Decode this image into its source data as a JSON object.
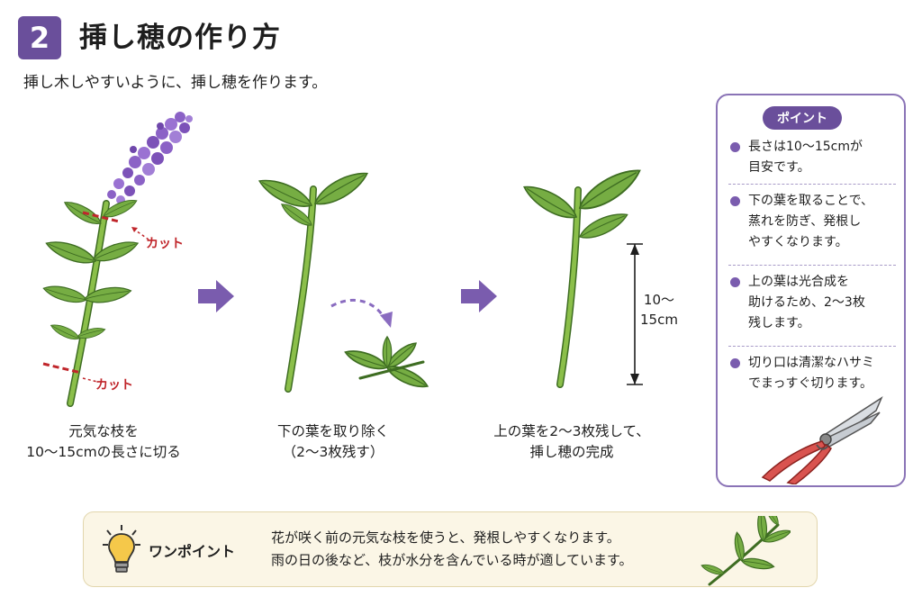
{
  "header": {
    "step_number": "2",
    "title": "挿し穂の作り方"
  },
  "subtitle": "挿し木しやすいように、挿し穂を作ります。",
  "steps": [
    {
      "lines": [
        "元気な枝を",
        "10〜15cmの長さに切る"
      ]
    },
    {
      "lines": [
        "下の葉を取り除く",
        "（2〜3枚残す）"
      ]
    },
    {
      "lines": [
        "上の葉を2〜3枚残して、",
        "挿し穂の完成"
      ]
    }
  ],
  "cut_labels": [
    "カット",
    "カット"
  ],
  "measure": {
    "lines": [
      "10〜",
      "15cm"
    ]
  },
  "point_panel": {
    "badge": "ポイント",
    "items": [
      {
        "lines": [
          "長さは10〜15cmが",
          "目安です。"
        ]
      },
      {
        "lines": [
          "下の葉を取ることで、",
          "蒸れを防ぎ、発根し",
          "やすくなります。"
        ]
      },
      {
        "lines": [
          "上の葉は光合成を",
          "助けるため、2〜3枚",
          "残します。"
        ]
      },
      {
        "lines": [
          "切り口は清潔なハサミ",
          "でまっすぐ切ります。"
        ]
      }
    ]
  },
  "one_point": {
    "title": "ワンポイント",
    "lines": [
      "花が咲く前の元気な枝を使うと、発根しやすくなります。",
      "雨の日の後など、枝が水分を含んでいる時が適しています。"
    ]
  },
  "colors": {
    "accent_purple": "#6a4f9b",
    "cut_red": "#c0262b",
    "stem_green": "#8bbf4a",
    "leaf_green": "#6fa83e",
    "flower_purple": "#8b62c6",
    "tip_box_bg": "#fbf6e6"
  },
  "icons": [
    "arrow-right-icon",
    "arrow-right-icon",
    "light-bulb-icon",
    "pruning-shears-icon",
    "leaf-sprig-icon"
  ]
}
